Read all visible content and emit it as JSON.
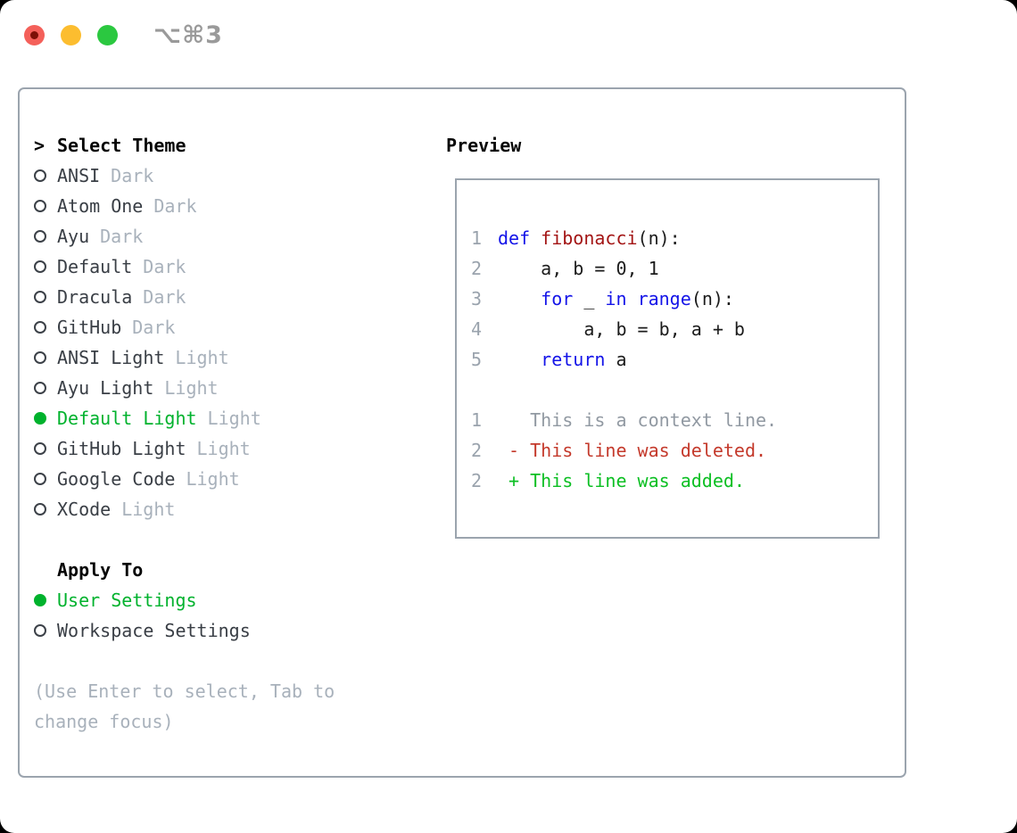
{
  "titlebar": {
    "shortcut": "⌥⌘3",
    "buttons": [
      "close",
      "minimize",
      "zoom"
    ]
  },
  "panel": {
    "theme_section": {
      "header_prefix": ">",
      "header": "Select Theme",
      "items": [
        {
          "name": "ANSI",
          "variant": "Dark",
          "selected": false
        },
        {
          "name": "Atom One",
          "variant": "Dark",
          "selected": false
        },
        {
          "name": "Ayu",
          "variant": "Dark",
          "selected": false
        },
        {
          "name": "Default",
          "variant": "Dark",
          "selected": false
        },
        {
          "name": "Dracula",
          "variant": "Dark",
          "selected": false
        },
        {
          "name": "GitHub",
          "variant": "Dark",
          "selected": false
        },
        {
          "name": "ANSI Light",
          "variant": "Light",
          "selected": false
        },
        {
          "name": "Ayu Light",
          "variant": "Light",
          "selected": false
        },
        {
          "name": "Default Light",
          "variant": "Light",
          "selected": true
        },
        {
          "name": "GitHub Light",
          "variant": "Light",
          "selected": false
        },
        {
          "name": "Google Code",
          "variant": "Light",
          "selected": false
        },
        {
          "name": "XCode",
          "variant": "Light",
          "selected": false
        }
      ]
    },
    "apply_section": {
      "header": "Apply To",
      "items": [
        {
          "label": "User Settings",
          "selected": true
        },
        {
          "label": "Workspace Settings",
          "selected": false
        }
      ]
    },
    "hint_lines": [
      "(Use Enter to select, Tab to",
      "change focus)"
    ]
  },
  "preview": {
    "header": "Preview",
    "lines": [
      {
        "num": "1",
        "tokens": [
          [
            "kw",
            "def"
          ],
          [
            "pl",
            " "
          ],
          [
            "fn",
            "fibonacci"
          ],
          [
            "pl",
            "(n):"
          ]
        ]
      },
      {
        "num": "2",
        "tokens": [
          [
            "pl",
            "    a, b = 0, 1"
          ]
        ]
      },
      {
        "num": "3",
        "tokens": [
          [
            "pl",
            "    "
          ],
          [
            "kw",
            "for"
          ],
          [
            "pl",
            " _ "
          ],
          [
            "kw",
            "in"
          ],
          [
            "pl",
            " "
          ],
          [
            "kw",
            "range"
          ],
          [
            "pl",
            "(n):"
          ]
        ]
      },
      {
        "num": "4",
        "tokens": [
          [
            "pl",
            "        a, b = b, a + b"
          ]
        ]
      },
      {
        "num": "5",
        "tokens": [
          [
            "pl",
            "    "
          ],
          [
            "kw",
            "return"
          ],
          [
            "pl",
            " a"
          ]
        ]
      },
      {
        "num": "",
        "tokens": []
      },
      {
        "num": "1",
        "tokens": [
          [
            "ctx",
            "   This is a context line."
          ]
        ]
      },
      {
        "num": "2",
        "tokens": [
          [
            "del",
            " - This line was deleted."
          ]
        ]
      },
      {
        "num": "2",
        "tokens": [
          [
            "add",
            " + This line was added."
          ]
        ]
      }
    ]
  },
  "icons": {
    "selected_radio": "filled-circle",
    "unselected_radio": "circle-outline",
    "selection_cursor": ">"
  },
  "colors": {
    "selection_green": "#00b22d",
    "keyword_blue": "#1414e8",
    "function_red": "#a31515",
    "deleted_red": "#c4392b",
    "added_green": "#0cbf23",
    "close_red": "#f4605a",
    "minimize_yellow": "#fcbd2f",
    "zoom_green": "#2bc840",
    "border_gray": "#9ba4ae"
  }
}
